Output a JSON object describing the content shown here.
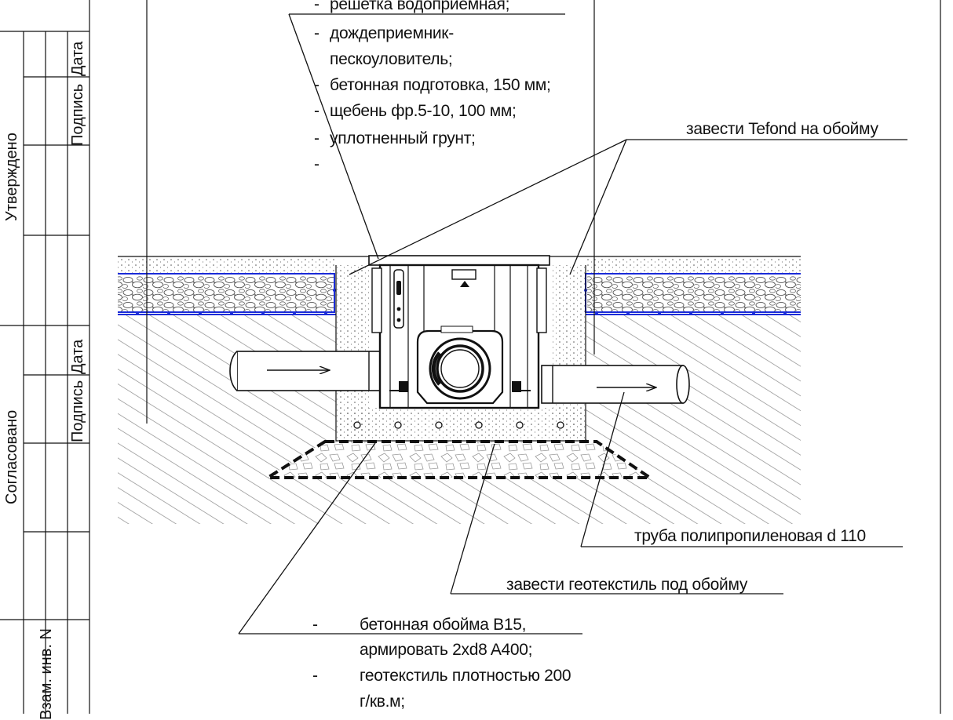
{
  "stamp": {
    "approved": "Утверждено",
    "agreed": "Согласовано",
    "sign_top": "Подпись",
    "date_top": "Дата",
    "sign_bottom": "Подпись",
    "date_bottom": "Дата",
    "inv": "Взам. инв. N"
  },
  "callouts": {
    "top_list": {
      "dashes": [
        "-",
        "-",
        "-",
        "-",
        "-",
        "-"
      ],
      "items": [
        "решетка водоприемная;",
        "дождеприемник-",
        "пескоуловитель;",
        "бетонная подготовка, 150 мм;",
        "щебень фр.5-10, 100 мм;",
        "уплотненный грунт;"
      ]
    },
    "tefond": "завести Tefond на обойму",
    "pipe": "труба полипропиленовая d 110",
    "geotextile_note": "завести геотекстиль под обойму",
    "bottom_list": {
      "dashes": [
        "-",
        "-"
      ],
      "items": [
        "бетонная обойма B15,",
        "армировать 2xd8 A400;",
        "геотекстиль плотностью 200",
        "г/кв.м;"
      ]
    }
  },
  "colors": {
    "line": "#111111",
    "membrane": "#1a2bd8",
    "hatch": "#9a9a9a"
  }
}
